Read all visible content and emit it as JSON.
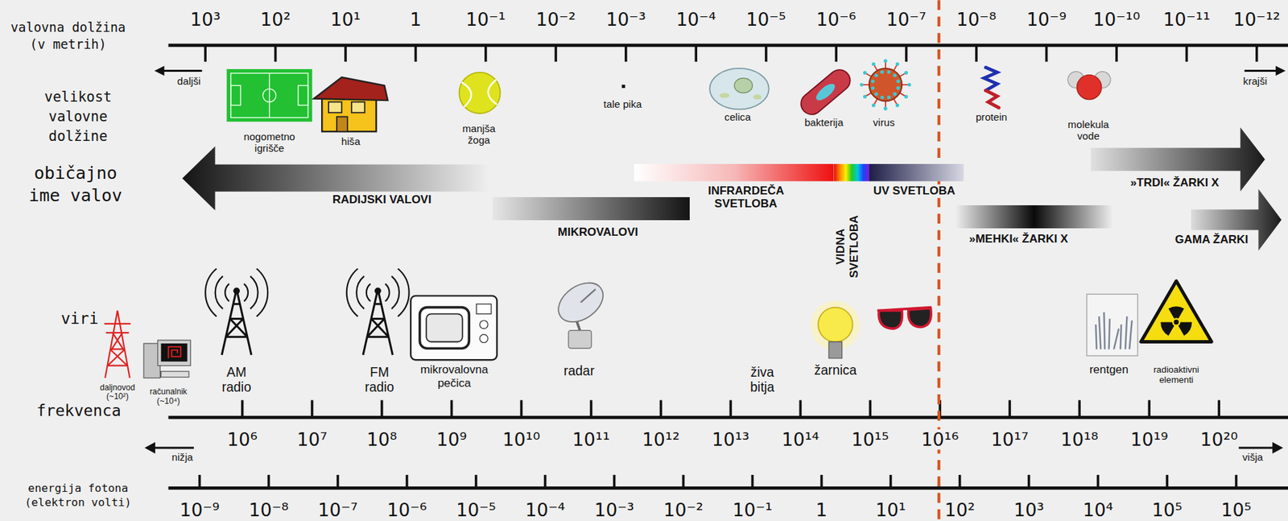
{
  "diagram": {
    "nodes": [
      {
        "text": [
          "RADIJSKI VALOVI"
        ]
      },
      {
        "text": [
          "MIKROVALOVI"
        ]
      },
      {
        "text": [
          "INFRARDEČA SVETLOBA"
        ]
      },
      {
        "text": [
          "VIDNA SVETLOBA"
        ]
      },
      {
        "text": [
          "UV SVETLOBA"
        ]
      },
      {
        "text": [
          "»TRDI« ŽARKI X"
        ]
      },
      {
        "text": [
          "»MEHKI« ŽARKI X"
        ]
      },
      {
        "text": [
          "GAMA ŽARKI"
        ]
      }
    ],
    "labels": [
      "valovna dolžina (v metrih)",
      "10³",
      "10²",
      "10¹",
      "1",
      "10⁻¹",
      "10⁻²",
      "10⁻³",
      "10⁻⁴",
      "10⁻⁵",
      "10⁻⁶",
      "10⁻⁷",
      "10⁻⁸",
      "10⁻⁹",
      "10⁻¹⁰",
      "10⁻¹¹",
      "10⁻¹²",
      "daljši",
      "krajši",
      "nogometno igrišče",
      "hiša",
      "manjša žoga",
      "tale pika",
      "celica",
      "bakterija",
      "virus",
      "protein",
      "molekula vode",
      "velikost valovne dolžine",
      "običajno ime valov",
      "viri",
      "daljnovod (~10²)",
      "računalnik (~10⁴)",
      "AM radio",
      "FM radio",
      "mikrovalovna pečica",
      "radar",
      "živa bitja",
      "žarnica",
      "rentgen",
      "radioaktivni elementi",
      "frekvenca",
      "10⁶",
      "10⁷",
      "10⁸",
      "10⁹",
      "10¹⁰",
      "10¹¹",
      "10¹²",
      "10¹³",
      "10¹⁴",
      "10¹⁵",
      "10¹⁶",
      "10¹⁷",
      "10¹⁸",
      "10¹⁹",
      "10²⁰",
      "nižja",
      "višja",
      "energija fotona (elektron volti)",
      "10⁻⁹",
      "10⁻⁸",
      "10⁻⁷",
      "10⁻⁶",
      "10⁻⁵",
      "10⁻⁴",
      "10⁻³",
      "10⁻²",
      "10⁻¹",
      "1",
      "10¹",
      "10²",
      "10³",
      "10⁴",
      "10⁵",
      "10⁵"
    ]
  }
}
